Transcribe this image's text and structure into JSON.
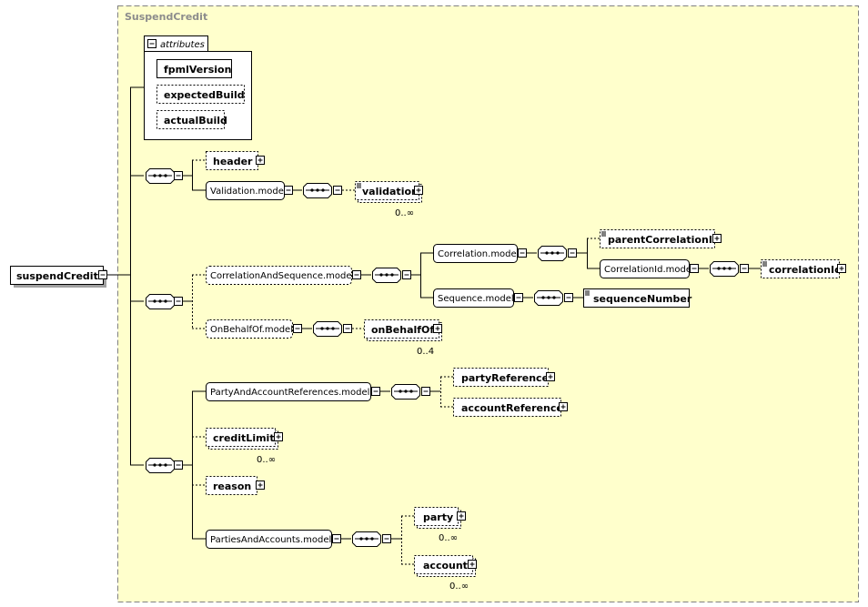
{
  "diagram": {
    "container_title": "SuspendCredit",
    "attributes_header": "attributes",
    "attributes": [
      "fpmlVersion",
      "expectedBuild",
      "actualBuild"
    ],
    "root": "suspendCredit",
    "elements": {
      "header": "header",
      "validation_model": "Validation.model",
      "validation": "validation",
      "correlation_and_sequence_model": "CorrelationAndSequence.model",
      "correlation_model": "Correlation.model",
      "parent_correlation_id": "parentCorrelationId",
      "correlation_id_model": "CorrelationId.model",
      "correlation_id": "correlationId",
      "sequence_model": "Sequence.model",
      "sequence_number": "sequenceNumber",
      "on_behalf_of_model": "OnBehalfOf.model",
      "on_behalf_of": "onBehalfOf",
      "party_and_account_references_model": "PartyAndAccountReferences.model",
      "party_reference": "partyReference",
      "account_reference": "accountReference",
      "credit_limit": "creditLimit",
      "reason": "reason",
      "parties_and_accounts_model": "PartiesAndAccounts.model",
      "party": "party",
      "account": "account"
    },
    "occurrences": {
      "validation": "0..∞",
      "on_behalf_of": "0..4",
      "credit_limit": "0..∞",
      "party": "0..∞",
      "account": "0..∞"
    },
    "colors": {
      "container_fill": "#ffffcc",
      "container_border": "#808080",
      "container_title": "#8c8c8c",
      "box_fill": "#ffffff",
      "shadow": "#a0a0a0"
    }
  }
}
